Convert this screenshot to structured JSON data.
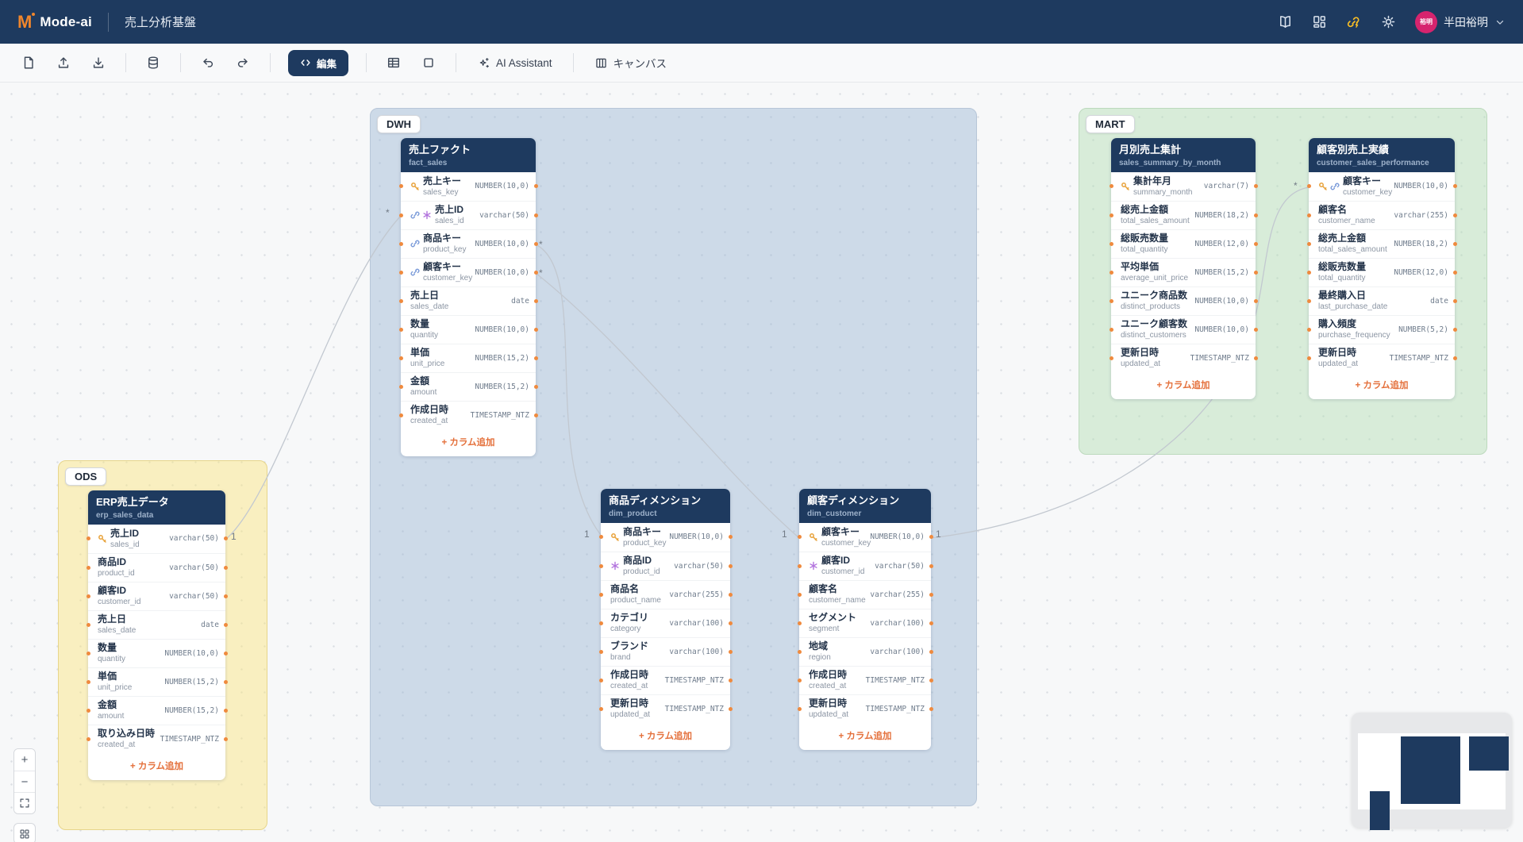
{
  "navbar": {
    "logo_text": "M",
    "brand": "Mode-ai",
    "title": "売上分析基盤",
    "user": {
      "avatar_text": "裕明",
      "name": "半田裕明"
    },
    "icon_names": [
      "book-icon",
      "blocks-icon",
      "connection-bolt-icon",
      "gear-icon",
      "chevron-down-icon"
    ]
  },
  "toolbar": {
    "edit_label": "編集",
    "ai_assistant_label": "AI Assistant",
    "canvas_label": "キャンバス",
    "icon_names": [
      "new-file-icon",
      "upload-icon",
      "download-icon",
      "database-icon",
      "undo-icon",
      "redo-icon",
      "code-icon",
      "table-view-icon",
      "frame-icon",
      "sparkles-icon",
      "columns-icon"
    ]
  },
  "groups": [
    {
      "id": "ods",
      "label": "ODS"
    },
    {
      "id": "dwh",
      "label": "DWH"
    },
    {
      "id": "mart",
      "label": "MART"
    }
  ],
  "tables": [
    {
      "id": "erp_sales_data",
      "title": "ERP売上データ",
      "physical_name": "erp_sales_data",
      "add_column_label": "+ カラム追加",
      "columns": [
        {
          "name": "売上ID",
          "physical": "sales_id",
          "type": "varchar(50)",
          "icons": [
            "key"
          ]
        },
        {
          "name": "商品ID",
          "physical": "product_id",
          "type": "varchar(50)",
          "icons": []
        },
        {
          "name": "顧客ID",
          "physical": "customer_id",
          "type": "varchar(50)",
          "icons": []
        },
        {
          "name": "売上日",
          "physical": "sales_date",
          "type": "date",
          "icons": []
        },
        {
          "name": "数量",
          "physical": "quantity",
          "type": "NUMBER(10,0)",
          "icons": []
        },
        {
          "name": "単価",
          "physical": "unit_price",
          "type": "NUMBER(15,2)",
          "icons": []
        },
        {
          "name": "金額",
          "physical": "amount",
          "type": "NUMBER(15,2)",
          "icons": []
        },
        {
          "name": "取り込み日時",
          "physical": "created_at",
          "type": "TIMESTAMP_NTZ",
          "icons": []
        }
      ]
    },
    {
      "id": "fact_sales",
      "title": "売上ファクト",
      "physical_name": "fact_sales",
      "add_column_label": "+ カラム追加",
      "columns": [
        {
          "name": "売上キー",
          "physical": "sales_key",
          "type": "NUMBER(10,0)",
          "icons": [
            "key"
          ]
        },
        {
          "name": "売上ID",
          "physical": "sales_id",
          "type": "varchar(50)",
          "icons": [
            "link",
            "unique"
          ]
        },
        {
          "name": "商品キー",
          "physical": "product_key",
          "type": "NUMBER(10,0)",
          "icons": [
            "link"
          ]
        },
        {
          "name": "顧客キー",
          "physical": "customer_key",
          "type": "NUMBER(10,0)",
          "icons": [
            "link"
          ]
        },
        {
          "name": "売上日",
          "physical": "sales_date",
          "type": "date",
          "icons": []
        },
        {
          "name": "数量",
          "physical": "quantity",
          "type": "NUMBER(10,0)",
          "icons": []
        },
        {
          "name": "単価",
          "physical": "unit_price",
          "type": "NUMBER(15,2)",
          "icons": []
        },
        {
          "name": "金額",
          "physical": "amount",
          "type": "NUMBER(15,2)",
          "icons": []
        },
        {
          "name": "作成日時",
          "physical": "created_at",
          "type": "TIMESTAMP_NTZ",
          "icons": []
        }
      ]
    },
    {
      "id": "dim_product",
      "title": "商品ディメンション",
      "physical_name": "dim_product",
      "add_column_label": "+ カラム追加",
      "columns": [
        {
          "name": "商品キー",
          "physical": "product_key",
          "type": "NUMBER(10,0)",
          "icons": [
            "key"
          ]
        },
        {
          "name": "商品ID",
          "physical": "product_id",
          "type": "varchar(50)",
          "icons": [
            "unique"
          ]
        },
        {
          "name": "商品名",
          "physical": "product_name",
          "type": "varchar(255)",
          "icons": []
        },
        {
          "name": "カテゴリ",
          "physical": "category",
          "type": "varchar(100)",
          "icons": []
        },
        {
          "name": "ブランド",
          "physical": "brand",
          "type": "varchar(100)",
          "icons": []
        },
        {
          "name": "作成日時",
          "physical": "created_at",
          "type": "TIMESTAMP_NTZ",
          "icons": []
        },
        {
          "name": "更新日時",
          "physical": "updated_at",
          "type": "TIMESTAMP_NTZ",
          "icons": []
        }
      ]
    },
    {
      "id": "dim_customer",
      "title": "顧客ディメンション",
      "physical_name": "dim_customer",
      "add_column_label": "+ カラム追加",
      "columns": [
        {
          "name": "顧客キー",
          "physical": "customer_key",
          "type": "NUMBER(10,0)",
          "icons": [
            "key"
          ]
        },
        {
          "name": "顧客ID",
          "physical": "customer_id",
          "type": "varchar(50)",
          "icons": [
            "unique"
          ]
        },
        {
          "name": "顧客名",
          "physical": "customer_name",
          "type": "varchar(255)",
          "icons": []
        },
        {
          "name": "セグメント",
          "physical": "segment",
          "type": "varchar(100)",
          "icons": []
        },
        {
          "name": "地域",
          "physical": "region",
          "type": "varchar(100)",
          "icons": []
        },
        {
          "name": "作成日時",
          "physical": "created_at",
          "type": "TIMESTAMP_NTZ",
          "icons": []
        },
        {
          "name": "更新日時",
          "physical": "updated_at",
          "type": "TIMESTAMP_NTZ",
          "icons": []
        }
      ]
    },
    {
      "id": "sales_summary_by_month",
      "title": "月別売上集計",
      "physical_name": "sales_summary_by_month",
      "add_column_label": "+ カラム追加",
      "columns": [
        {
          "name": "集計年月",
          "physical": "summary_month",
          "type": "varchar(7)",
          "icons": [
            "key"
          ]
        },
        {
          "name": "総売上金額",
          "physical": "total_sales_amount",
          "type": "NUMBER(18,2)",
          "icons": []
        },
        {
          "name": "総販売数量",
          "physical": "total_quantity",
          "type": "NUMBER(12,0)",
          "icons": []
        },
        {
          "name": "平均単価",
          "physical": "average_unit_price",
          "type": "NUMBER(15,2)",
          "icons": []
        },
        {
          "name": "ユニーク商品数",
          "physical": "distinct_products",
          "type": "NUMBER(10,0)",
          "icons": []
        },
        {
          "name": "ユニーク顧客数",
          "physical": "distinct_customers",
          "type": "NUMBER(10,0)",
          "icons": []
        },
        {
          "name": "更新日時",
          "physical": "updated_at",
          "type": "TIMESTAMP_NTZ",
          "icons": []
        }
      ]
    },
    {
      "id": "customer_sales_performance",
      "title": "顧客別売上実績",
      "physical_name": "customer_sales_performance",
      "add_column_label": "+ カラム追加",
      "columns": [
        {
          "name": "顧客キー",
          "physical": "customer_key",
          "type": "NUMBER(10,0)",
          "icons": [
            "key",
            "link"
          ]
        },
        {
          "name": "顧客名",
          "physical": "customer_name",
          "type": "varchar(255)",
          "icons": []
        },
        {
          "name": "総売上金額",
          "physical": "total_sales_amount",
          "type": "NUMBER(18,2)",
          "icons": []
        },
        {
          "name": "総販売数量",
          "physical": "total_quantity",
          "type": "NUMBER(12,0)",
          "icons": []
        },
        {
          "name": "最終購入日",
          "physical": "last_purchase_date",
          "type": "date",
          "icons": []
        },
        {
          "name": "購入頻度",
          "physical": "purchase_frequency",
          "type": "NUMBER(5,2)",
          "icons": []
        },
        {
          "name": "更新日時",
          "physical": "updated_at",
          "type": "TIMESTAMP_NTZ",
          "icons": []
        }
      ]
    }
  ],
  "edges": [
    {
      "from": "erp_sales_data.sales_id",
      "to": "fact_sales.sales_id",
      "source_label": "1",
      "target_label": "*"
    },
    {
      "from": "fact_sales.product_key",
      "to": "dim_product.product_key",
      "source_label": "*",
      "target_label": "1"
    },
    {
      "from": "fact_sales.customer_key",
      "to": "dim_customer.customer_key",
      "source_label": "*",
      "target_label": "1"
    },
    {
      "from": "dim_customer.customer_key",
      "to": "customer_sales_performance.customer_key",
      "source_label": "1",
      "target_label": "*"
    }
  ],
  "zoom_controls": {
    "zoom_in": "+",
    "zoom_out": "−"
  },
  "column_icon_names": {
    "key": "primary-key-icon",
    "link": "foreign-key-icon",
    "unique": "unique-icon"
  },
  "colors": {
    "navy": "#1e3a5f",
    "accent_orange": "#ef8a3e",
    "ods_fill": "#f9efc0",
    "dwh_fill": "#cddae8",
    "mart_fill": "#d8ecd9",
    "avatar_pink": "#d6246e",
    "bolt_yellow": "#fbbf24"
  }
}
